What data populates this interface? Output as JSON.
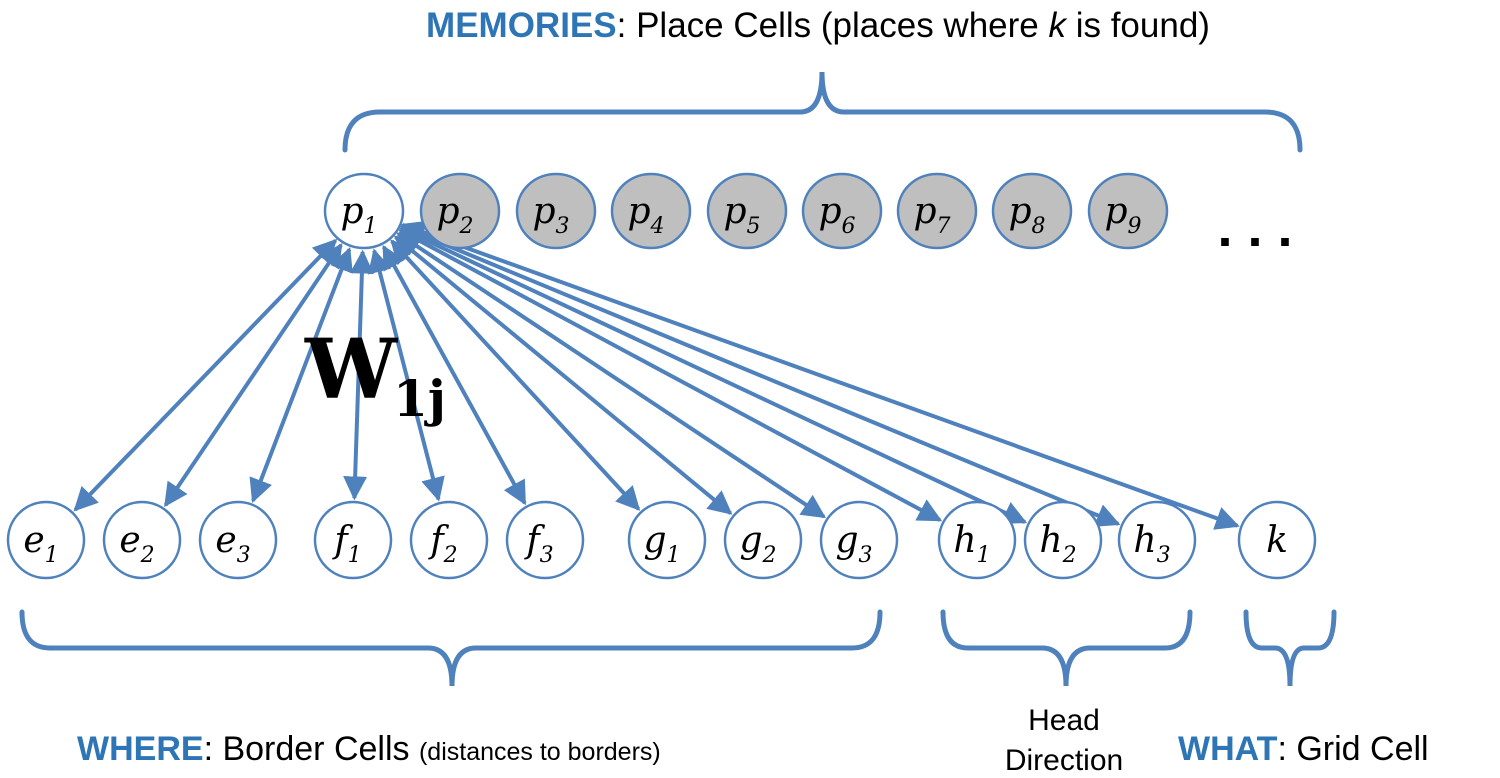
{
  "colors": {
    "accent": "#2e75b6",
    "edge": "#4f81bd",
    "filled_node": "#bfbfbf",
    "empty_node": "#ffffff"
  },
  "title_top": {
    "keyword": "MEMORIES",
    "rest": ": Place Cells (places where ",
    "italic_var": "k",
    "end": " is found)"
  },
  "weight_label": {
    "base": "W",
    "sub": "1j"
  },
  "ellipsis": ". . .",
  "top_nodes": [
    {
      "base": "p",
      "sub": "1",
      "filled": false
    },
    {
      "base": "p",
      "sub": "2",
      "filled": true
    },
    {
      "base": "p",
      "sub": "3",
      "filled": true
    },
    {
      "base": "p",
      "sub": "4",
      "filled": true
    },
    {
      "base": "p",
      "sub": "5",
      "filled": true
    },
    {
      "base": "p",
      "sub": "6",
      "filled": true
    },
    {
      "base": "p",
      "sub": "7",
      "filled": true
    },
    {
      "base": "p",
      "sub": "8",
      "filled": true
    },
    {
      "base": "p",
      "sub": "9",
      "filled": true
    }
  ],
  "bottom_nodes": [
    {
      "base": "e",
      "sub": "1"
    },
    {
      "base": "e",
      "sub": "2"
    },
    {
      "base": "e",
      "sub": "3"
    },
    {
      "base": "f",
      "sub": "1"
    },
    {
      "base": "f",
      "sub": "2"
    },
    {
      "base": "f",
      "sub": "3"
    },
    {
      "base": "g",
      "sub": "1"
    },
    {
      "base": "g",
      "sub": "2"
    },
    {
      "base": "g",
      "sub": "3"
    },
    {
      "base": "h",
      "sub": "1"
    },
    {
      "base": "h",
      "sub": "2"
    },
    {
      "base": "h",
      "sub": "3"
    },
    {
      "base": "k",
      "sub": ""
    }
  ],
  "label_where": {
    "keyword": "WHERE",
    "rest": ": Border Cells ",
    "small": "(distances to borders)"
  },
  "label_head": {
    "line1": "Head",
    "line2": "Direction"
  },
  "label_what": {
    "keyword": "WHAT",
    "rest": ": Grid Cell"
  }
}
